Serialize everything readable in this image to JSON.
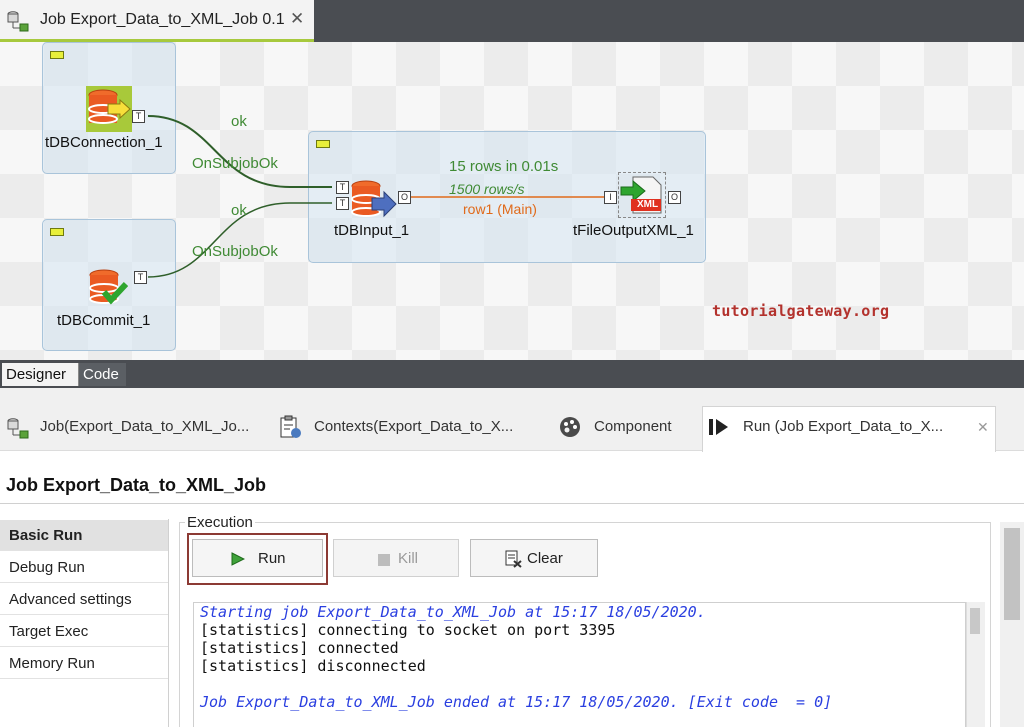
{
  "editor_tab": {
    "title": "Job Export_Data_to_XML_Job 0.1",
    "close": "✕"
  },
  "canvas": {
    "components": {
      "db_connection": "tDBConnection_1",
      "db_commit": "tDBCommit_1",
      "db_input": "tDBInput_1",
      "file_output_xml": "tFileOutputXML_1"
    },
    "links": {
      "ok_1": "ok",
      "on_subjob_ok_1": "OnSubjobOk",
      "ok_2": "ok",
      "on_subjob_ok_2": "OnSubjobOk",
      "row_stats": "15 rows in 0.01s",
      "row_rate": "1500 rows/s",
      "row_name": "row1 (Main)"
    },
    "xml_badge": "XML",
    "watermark": "tutorialgateway.org"
  },
  "designer_tabs": {
    "designer": "Designer",
    "code": "Code"
  },
  "view_tabs": {
    "job": "Job(Export_Data_to_XML_Jo...",
    "contexts": "Contexts(Export_Data_to_X...",
    "component": "Component",
    "run": "Run (Job Export_Data_to_X..."
  },
  "run_panel": {
    "title": "Job Export_Data_to_XML_Job",
    "sidebar": [
      "Basic Run",
      "Debug Run",
      "Advanced settings",
      "Target Exec",
      "Memory Run"
    ],
    "execution_label": "Execution",
    "buttons": {
      "run": "Run",
      "kill": "Kill",
      "clear": "Clear"
    },
    "console": [
      "Starting job Export_Data_to_XML_Job at 15:17 18/05/2020.",
      "[statistics] connecting to socket on port 3395",
      "[statistics] connected",
      "[statistics] disconnected",
      "",
      "Job Export_Data_to_XML_Job ended at 15:17 18/05/2020. [Exit code  = 0]"
    ]
  },
  "colors": {
    "accent": "#a7c93d",
    "dark_bar": "#4a4d52",
    "link_ok": "#2f5f2a",
    "link_main": "#e06a1a",
    "console_blue": "#2a3fe0"
  }
}
